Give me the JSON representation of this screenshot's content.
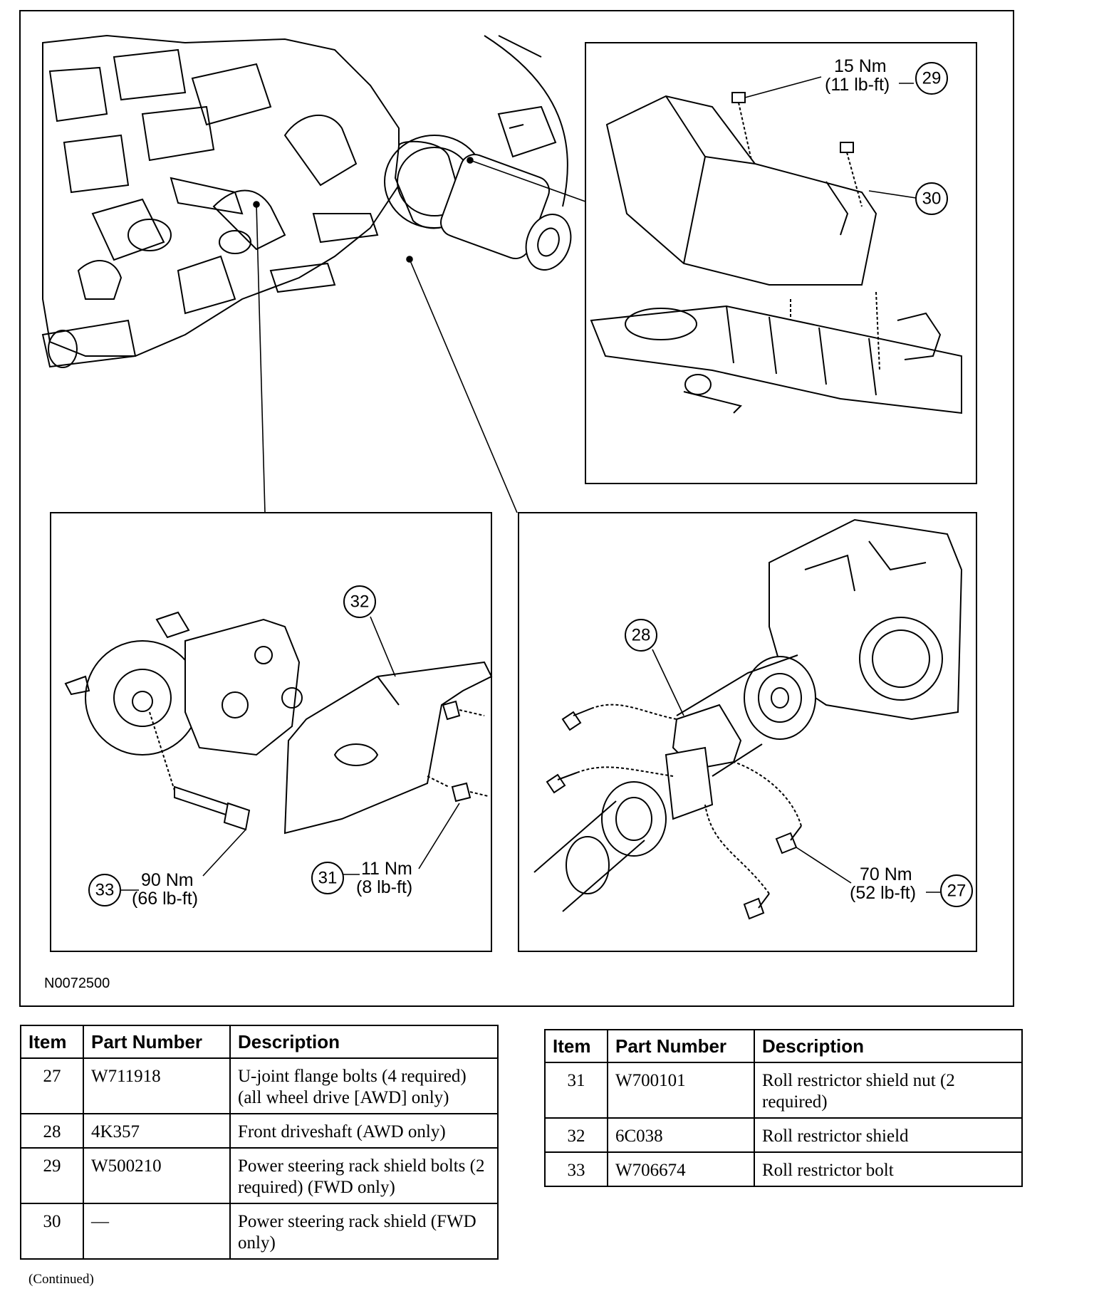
{
  "figure": {
    "id": "N0072500",
    "callouts": {
      "c29": {
        "torque_nm": "15 Nm",
        "torque_lbft": "(11 lb-ft)",
        "item": "29"
      },
      "c30": {
        "item": "30"
      },
      "c32": {
        "item": "32"
      },
      "c28": {
        "item": "28"
      },
      "c33": {
        "torque_nm": "90 Nm",
        "torque_lbft": "(66 lb-ft)",
        "item": "33"
      },
      "c31": {
        "torque_nm": "11 Nm",
        "torque_lbft": "(8 lb-ft)",
        "item": "31"
      },
      "c27": {
        "torque_nm": "70 Nm",
        "torque_lbft": "(52 lb-ft)",
        "item": "27"
      }
    }
  },
  "table_headers": {
    "item": "Item",
    "part_number": "Part Number",
    "description": "Description"
  },
  "table_left": [
    {
      "item": "27",
      "part_number": "W711918",
      "description": "U-joint flange bolts (4 required) (all wheel drive [AWD] only)"
    },
    {
      "item": "28",
      "part_number": "4K357",
      "description": "Front driveshaft (AWD only)"
    },
    {
      "item": "29",
      "part_number": "W500210",
      "description": "Power steering rack shield bolts (2 required) (FWD only)"
    },
    {
      "item": "30",
      "part_number": "—",
      "description": "Power steering rack shield (FWD only)"
    }
  ],
  "table_right": [
    {
      "item": "31",
      "part_number": "W700101",
      "description": "Roll restrictor shield nut (2 required)"
    },
    {
      "item": "32",
      "part_number": "6C038",
      "description": "Roll restrictor shield"
    },
    {
      "item": "33",
      "part_number": "W706674",
      "description": "Roll restrictor bolt"
    }
  ],
  "footer": {
    "continued": "(Continued)"
  }
}
